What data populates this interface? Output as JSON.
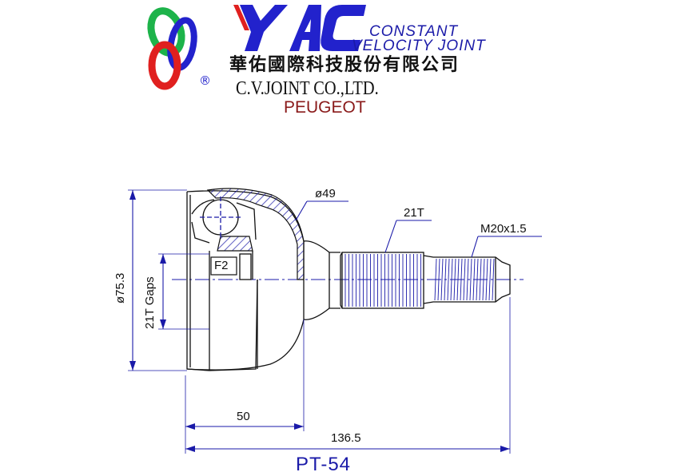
{
  "header": {
    "trademark_symbol": "®",
    "brand_letters": "YAC",
    "tagline_line1": "CONSTANT",
    "tagline_line2": "VELOCITY  JOINT",
    "company_name_cn": "華佑國際科技股份有限公司",
    "company_name_en": "C.V.JOINT CO.,LTD.",
    "vehicle_make": "PEUGEOT"
  },
  "colors": {
    "logo_red": "#e0201f",
    "logo_green": "#1db34a",
    "logo_blue": "#2222cc",
    "drawing_blue": "#1a1aa8",
    "ink": "#111111"
  },
  "dimensions": {
    "outer_diameter": "ø75.3",
    "inner_gaps": "21T Gaps",
    "bell_diameter": "ø49",
    "spline": "21T",
    "thread": "M20x1.5",
    "bore_length": "50",
    "overall_length": "136.5",
    "feature_label": "F2"
  },
  "part_number": "PT-54"
}
